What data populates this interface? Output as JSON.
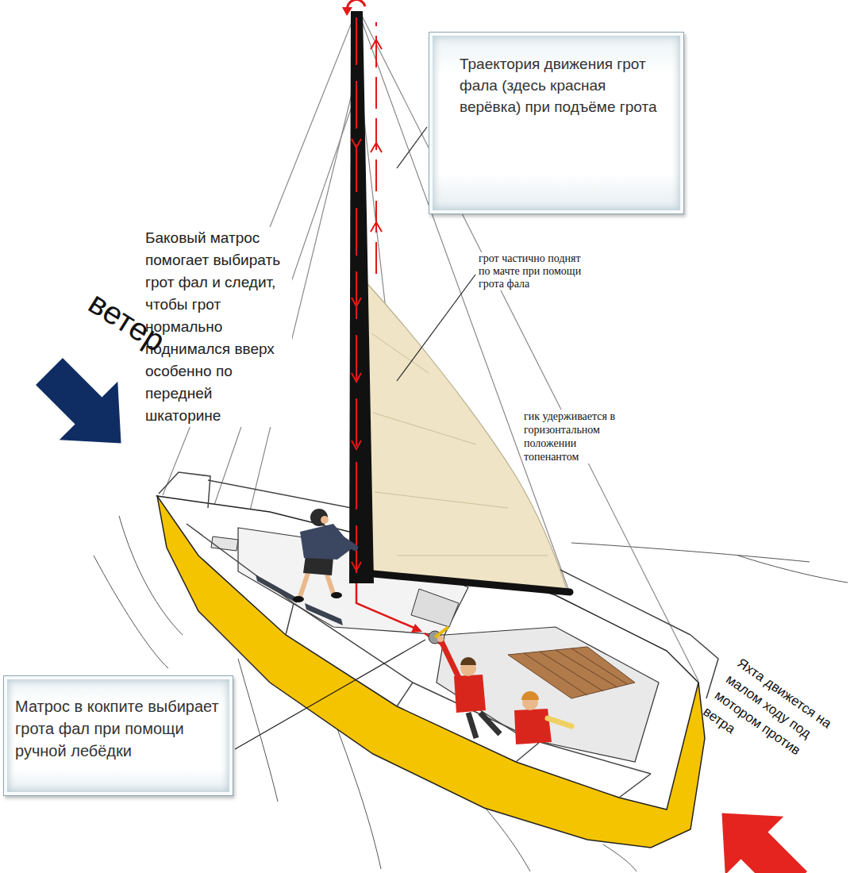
{
  "diagram": {
    "nodes": [
      {
        "text": [
          "Траектория движения грот фала (здесь красная верёвка) при подъёме грота"
        ]
      },
      {
        "text": [
          "Матрос в кокпите выбирает грота фал при помощи ручной лебёдки"
        ]
      }
    ],
    "labels": [
      "Баковый матрос помогает выбирать грот фал и следит, чтобы грот нормально поднимался вверх особенно по передней шкаторине",
      "ветер",
      "грот частично поднят по мачте при помощи грота фала",
      "гик удерживается в горизонтальном положении топенантом",
      "Яхта движется на малом ходу под мотором против ветра"
    ]
  }
}
